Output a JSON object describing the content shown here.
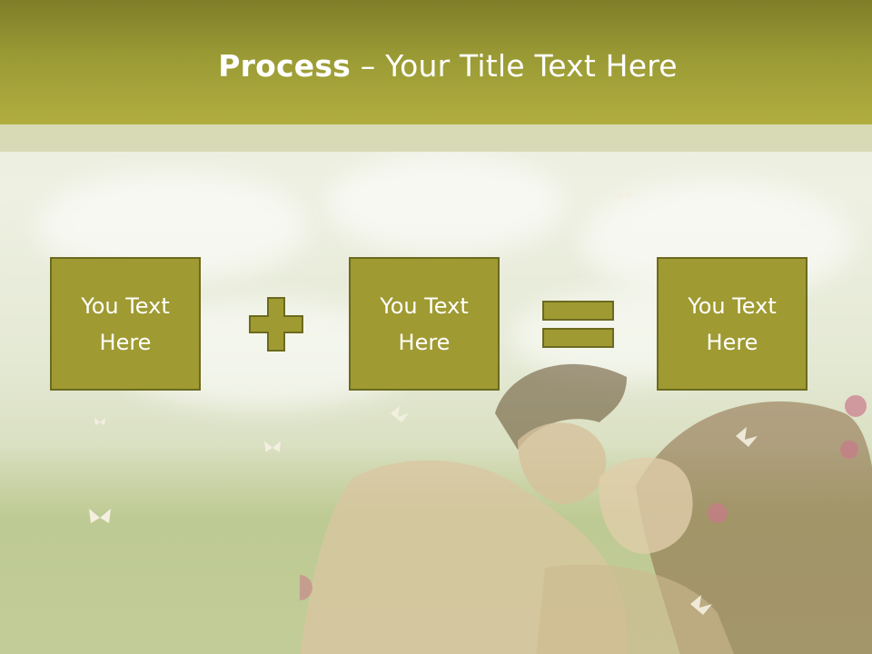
{
  "slide": {
    "title_bold": "Process",
    "title_rest": " – Your Title Text Here"
  },
  "process": {
    "boxes": [
      {
        "text": "You Text Here"
      },
      {
        "text": "You Text Here"
      },
      {
        "text": "You Text Here"
      }
    ],
    "operator_1": "plus-icon",
    "operator_2": "equals-icon"
  },
  "colors": {
    "header": "#9a9a35",
    "box_fill": "#9f9a32",
    "box_border": "#6c6a1e"
  }
}
